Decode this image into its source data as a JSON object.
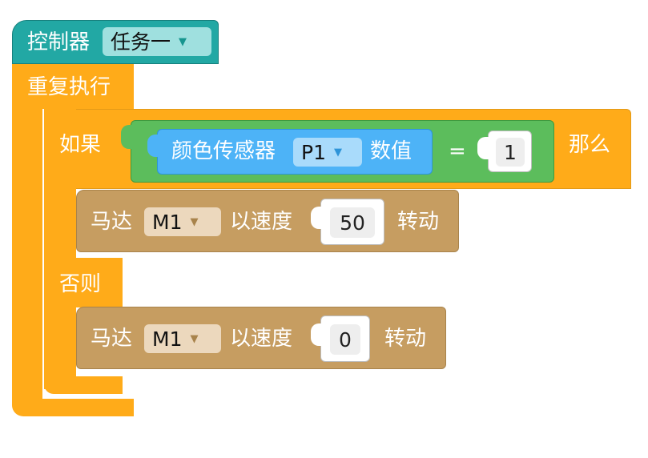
{
  "controller": {
    "label": "控制器",
    "task": "任务一"
  },
  "loop": {
    "label": "重复执行"
  },
  "if_block": {
    "if_label": "如果",
    "then_label": "那么",
    "else_label": "否则",
    "condition": {
      "sensor_label": "颜色传感器",
      "port": "P1",
      "value_label": "数值",
      "operator": "=",
      "value": "1"
    }
  },
  "motor_then": {
    "label": "马达",
    "motor": "M1",
    "speed_label": "以速度",
    "speed": "50",
    "action": "转动"
  },
  "motor_else": {
    "label": "马达",
    "motor": "M1",
    "speed_label": "以速度",
    "speed": "0",
    "action": "转动"
  },
  "colors": {
    "controller": "#22a8a4",
    "loop": "#ffab19",
    "logic": "#5cbd5c",
    "sensor": "#4db3f7",
    "motor": "#c69d61"
  },
  "icons": {
    "dropdown": "triangle-down-icon"
  }
}
